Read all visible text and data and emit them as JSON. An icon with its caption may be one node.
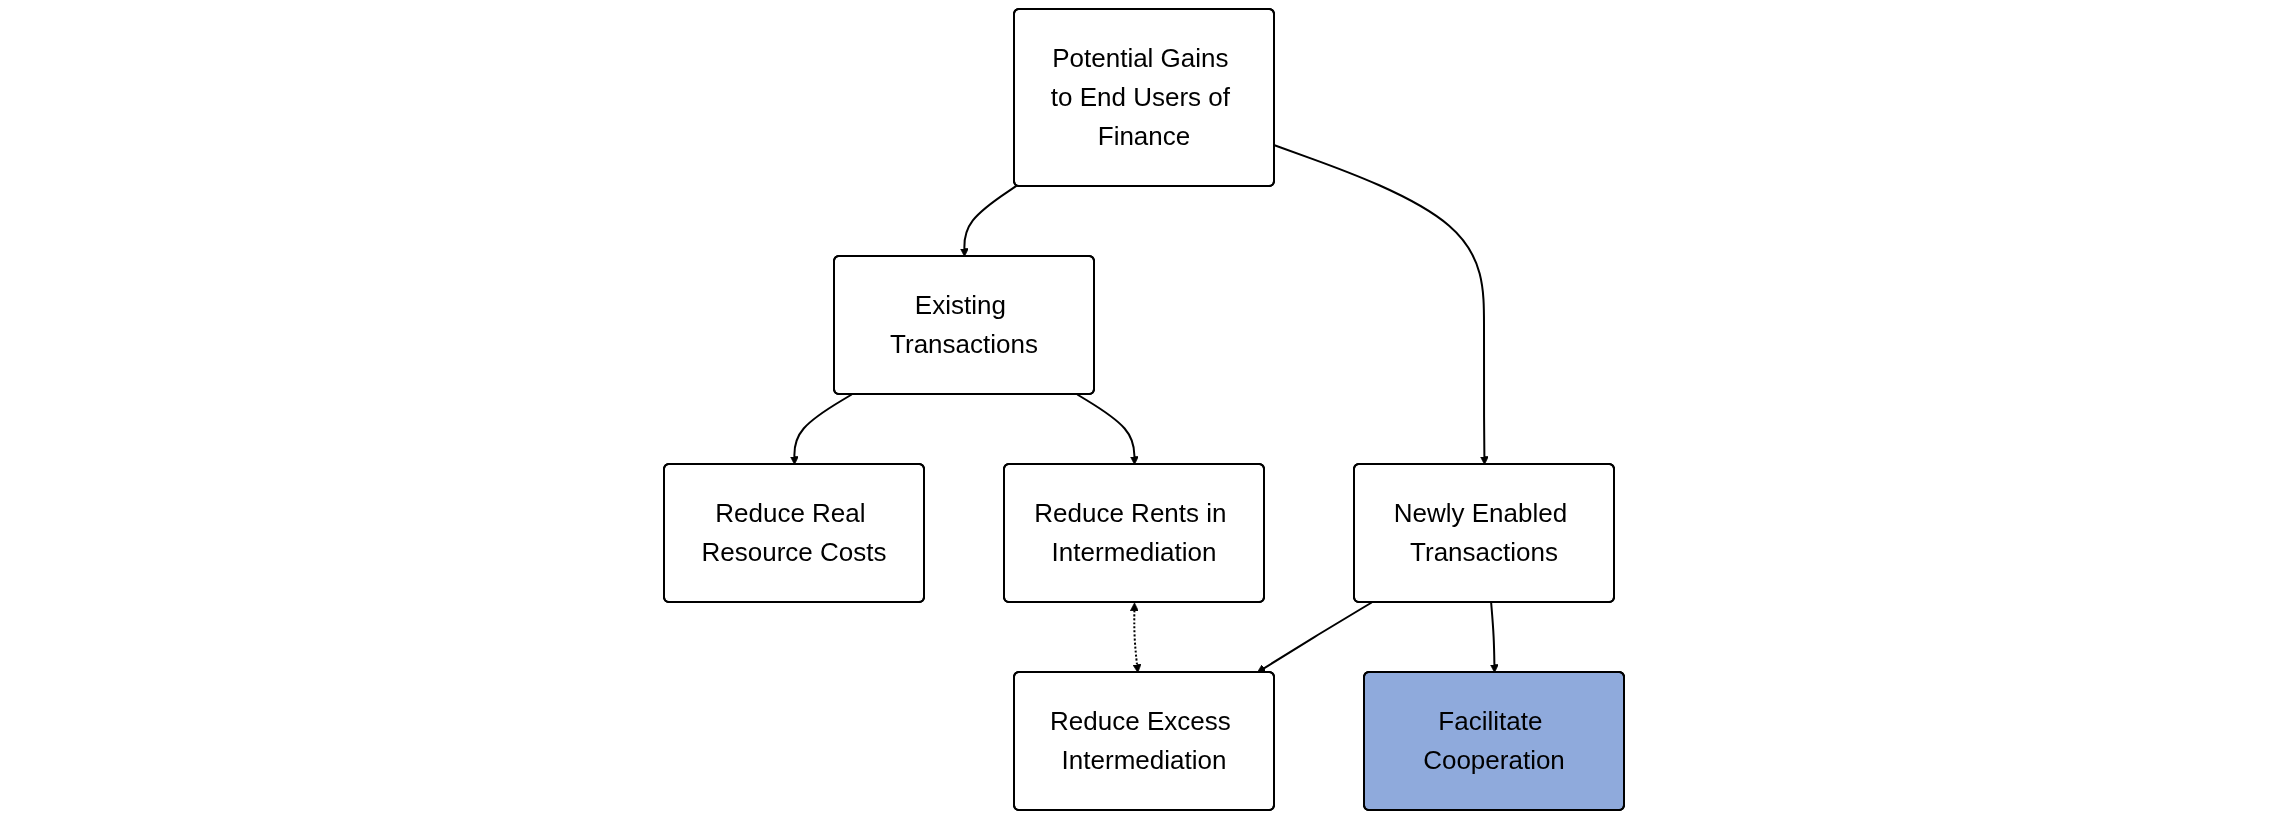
{
  "diagram": {
    "nodes": [
      {
        "text": [
          "Potential Gains to End Users of Finance"
        ]
      },
      {
        "text": [
          "Existing Transactions"
        ]
      },
      {
        "text": [
          "Newly Enabled Transactions"
        ]
      },
      {
        "text": [
          "Reduce Real Resource Costs"
        ]
      },
      {
        "text": [
          "Reduce Rents in Intermediation"
        ]
      },
      {
        "text": [
          "Reduce Excess Intermediation"
        ]
      },
      {
        "text": [
          "Facilitate Cooperation"
        ]
      }
    ],
    "edges": [
      {
        "from": 0,
        "to": 1,
        "arrow": "to"
      },
      {
        "from": 0,
        "to": 2,
        "arrow": "to"
      },
      {
        "from": 1,
        "to": 3,
        "arrow": "to"
      },
      {
        "from": 1,
        "to": 4,
        "arrow": "to"
      },
      {
        "from": 2,
        "to": 5,
        "arrow": "to"
      },
      {
        "from": 2,
        "to": 6,
        "arrow": "to"
      },
      {
        "from": 4,
        "to": 5,
        "arrow": "both",
        "style": "dashed"
      }
    ]
  }
}
